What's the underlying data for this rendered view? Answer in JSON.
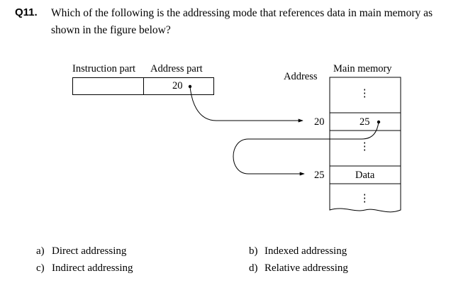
{
  "question": {
    "number": "Q11.",
    "text_line1": "Which of the following is the addressing mode that references data in main memory as",
    "text_line2": "shown in the figure below?"
  },
  "figure": {
    "instruction_part_label": "Instruction part",
    "address_part_label": "Address part",
    "instruction_address_value": "20",
    "address_column_label": "Address",
    "main_memory_label": "Main memory",
    "ellipsis": "⋮",
    "rows": [
      {
        "address": "20",
        "content": "25"
      },
      {
        "address": "25",
        "content": "Data"
      }
    ]
  },
  "options": [
    {
      "key": "a)",
      "text": "Direct addressing"
    },
    {
      "key": "b)",
      "text": "Indexed addressing"
    },
    {
      "key": "c)",
      "text": "Indirect addressing"
    },
    {
      "key": "d)",
      "text": "Relative addressing"
    }
  ]
}
